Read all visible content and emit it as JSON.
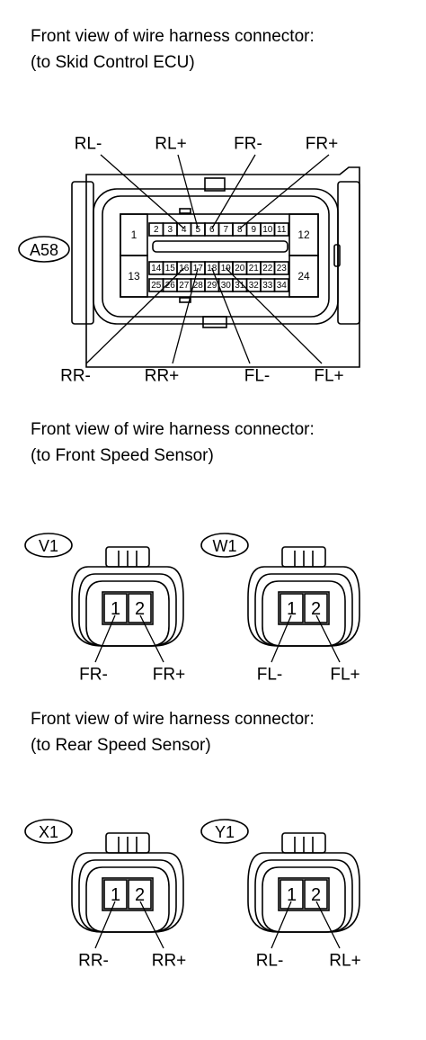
{
  "captions": {
    "ecu": {
      "line1": "Front view of wire harness connector:",
      "line2": "(to Skid Control ECU)"
    },
    "front": {
      "line1": "Front view of wire harness connector:",
      "line2": "(to Front Speed Sensor)"
    },
    "rear": {
      "line1": "Front view of wire harness connector:",
      "line2": "(to Rear Speed Sensor)"
    }
  },
  "ecu_connector": {
    "tag": "A58",
    "pins_big": [
      "1",
      "12",
      "13",
      "24"
    ],
    "pins_row1": [
      "2",
      "3",
      "4",
      "5",
      "6",
      "7",
      "8",
      "9",
      "10",
      "11"
    ],
    "pins_row2": [
      "14",
      "15",
      "16",
      "17",
      "18",
      "19",
      "20",
      "21",
      "22",
      "23"
    ],
    "pins_row3": [
      "25",
      "26",
      "27",
      "28",
      "29",
      "30",
      "31",
      "32",
      "33",
      "34"
    ],
    "top_labels": [
      "RL-",
      "RL+",
      "FR-",
      "FR+"
    ],
    "bottom_labels": [
      "RR-",
      "RR+",
      "FL-",
      "FL+"
    ]
  },
  "sensors": [
    {
      "tag": "V1",
      "pins": [
        "1",
        "2"
      ],
      "labels": [
        "FR-",
        "FR+"
      ]
    },
    {
      "tag": "W1",
      "pins": [
        "1",
        "2"
      ],
      "labels": [
        "FL-",
        "FL+"
      ]
    },
    {
      "tag": "X1",
      "pins": [
        "1",
        "2"
      ],
      "labels": [
        "RR-",
        "RR+"
      ]
    },
    {
      "tag": "Y1",
      "pins": [
        "1",
        "2"
      ],
      "labels": [
        "RL-",
        "RL+"
      ]
    }
  ]
}
